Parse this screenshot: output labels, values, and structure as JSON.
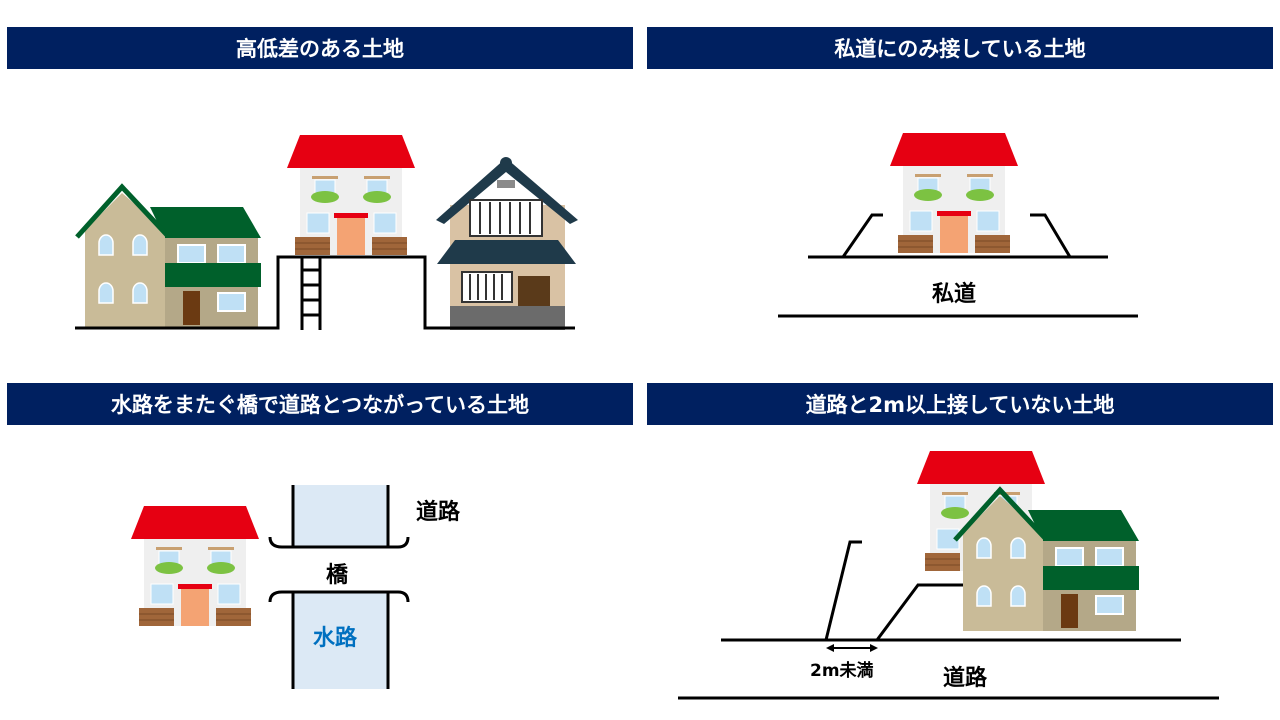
{
  "panels": [
    {
      "title": "高低差のある土地"
    },
    {
      "title": "私道にのみ接している土地",
      "labels": {
        "road": "私道"
      }
    },
    {
      "title": "水路をまたぐ橋で道路とつながっている土地",
      "labels": {
        "road": "道路",
        "bridge": "橋",
        "waterway": "水路"
      }
    },
    {
      "title": "道路と2m以上接していない土地",
      "labels": {
        "road": "道路",
        "width": "2m未満"
      }
    }
  ],
  "colors": {
    "header_bg": "#002060",
    "waterway_fill": "#dce9f5",
    "waterway_text": "#0070c0",
    "roof_red": "#e60012",
    "roof_green": "#00602b"
  }
}
